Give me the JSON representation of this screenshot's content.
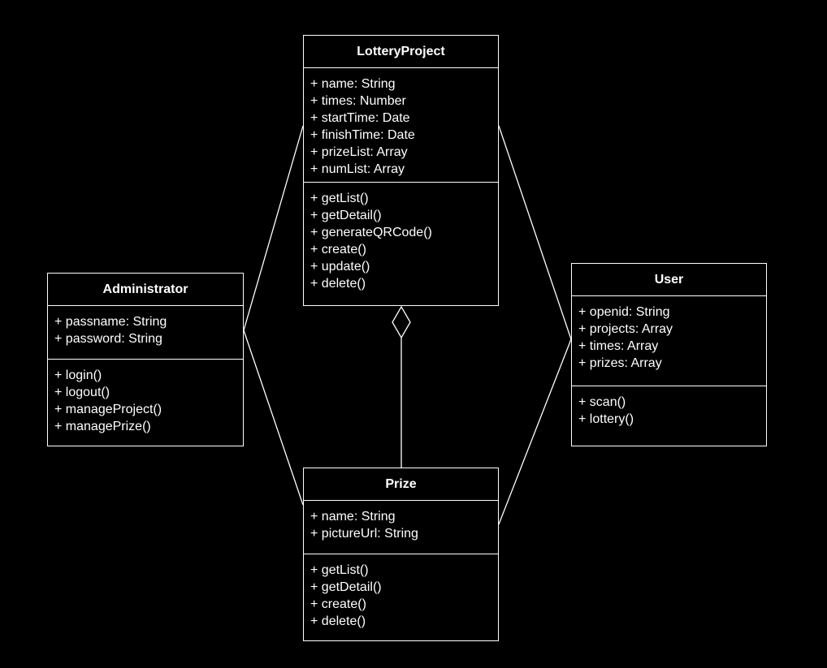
{
  "classes": {
    "lottery": {
      "name": "LotteryProject",
      "attributes": [
        "+ name: String",
        "+ times: Number",
        "+ startTime: Date",
        "+ finishTime: Date",
        "+ prizeList: Array",
        "+ numList: Array"
      ],
      "methods": [
        "+ getList()",
        "+ getDetail()",
        "+ generateQRCode()",
        "+ create()",
        "+ update()",
        "+ delete()"
      ]
    },
    "admin": {
      "name": "Administrator",
      "attributes": [
        "+ passname: String",
        "+ password: String"
      ],
      "methods": [
        "+ login()",
        "+ logout()",
        "+ manageProject()",
        "+ managePrize()"
      ]
    },
    "user": {
      "name": "User",
      "attributes": [
        "+ openid: String",
        "+ projects: Array",
        "+ times: Array",
        "+ prizes: Array"
      ],
      "methods": [
        "+ scan()",
        "+ lottery()"
      ]
    },
    "prize": {
      "name": "Prize",
      "attributes": [
        "+ name: String",
        "+ pictureUrl: String"
      ],
      "methods": [
        "+ getList()",
        "+ getDetail()",
        "+ create()",
        "+ delete()"
      ]
    }
  },
  "relations": [
    {
      "from": "admin",
      "to": "lottery",
      "type": "association"
    },
    {
      "from": "admin",
      "to": "prize",
      "type": "association"
    },
    {
      "from": "user",
      "to": "lottery",
      "type": "association"
    },
    {
      "from": "user",
      "to": "prize",
      "type": "association"
    },
    {
      "from": "prize",
      "to": "lottery",
      "type": "aggregation"
    }
  ],
  "colors": {
    "background": "#000000",
    "stroke": "#ffffff",
    "text": "#ffffff"
  }
}
